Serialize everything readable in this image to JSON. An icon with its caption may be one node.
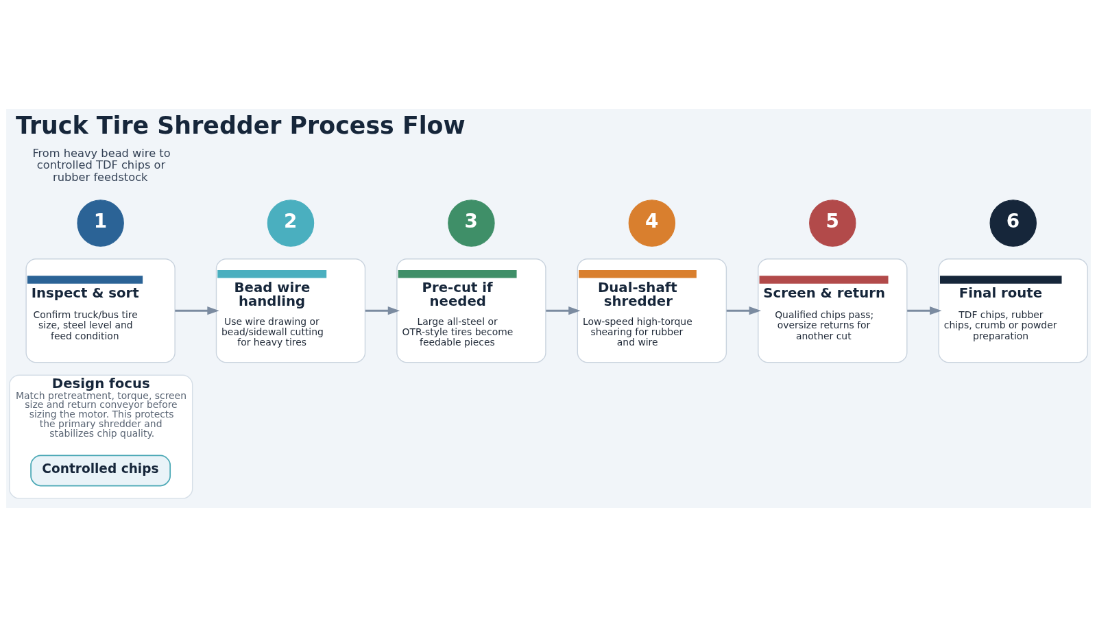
{
  "diagram": {
    "title": "Truck Tire Shredder Process Flow",
    "nodes": [
      {
        "text": [
          "1"
        ]
      },
      {
        "text": [
          "Inspect & sort",
          "Confirm truck/bus tire size, steel level and feed condition"
        ]
      },
      {
        "text": [
          "2"
        ]
      },
      {
        "text": [
          "Bead wire handling",
          "Use wire drawing or bead/sidewall cutting for heavy tires"
        ]
      },
      {
        "text": [
          "3"
        ]
      },
      {
        "text": [
          "Pre-cut if needed",
          "Large all-steel or OTR-style tires become feedable pieces"
        ]
      },
      {
        "text": [
          "4"
        ]
      },
      {
        "text": [
          "Dual-shaft shredder",
          "Low-speed high-torque shearing for rubber and wire"
        ]
      },
      {
        "text": [
          "5"
        ]
      },
      {
        "text": [
          "Screen & return",
          "Qualified chips pass; oversize returns for another cut"
        ]
      },
      {
        "text": [
          "6"
        ]
      },
      {
        "text": [
          "Final route",
          "TDF chips, rubber chips, crumb or powder preparation"
        ]
      },
      {
        "text": [
          "Design focus",
          "Match pretreatment, torque, screen size and return conveyor before sizing the motor. This protects the primary shredder and stabilizes chip quality."
        ]
      },
      {
        "text": [
          "Controlled chips"
        ],
        "in": 12
      }
    ],
    "edges": [
      {
        "from": 1,
        "to": 3,
        "arrow": "to"
      },
      {
        "from": 3,
        "to": 5,
        "arrow": "to"
      },
      {
        "from": 5,
        "to": 7,
        "arrow": "to"
      },
      {
        "from": 7,
        "to": 9,
        "arrow": "to"
      },
      {
        "from": 9,
        "to": 11,
        "arrow": "to"
      }
    ],
    "labels": [
      "From heavy bead wire to controlled TDF chips or rubber feedstock"
    ]
  }
}
